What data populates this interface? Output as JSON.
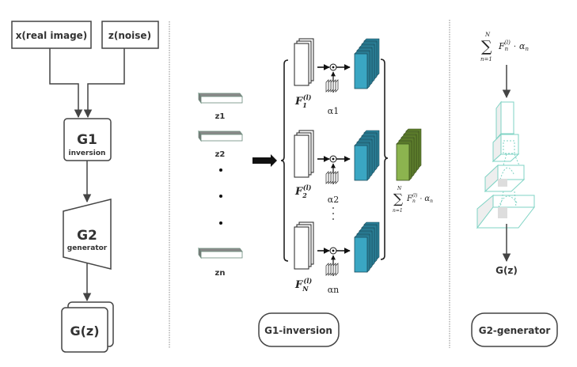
{
  "left_panel": {
    "input_x": "x(real image)",
    "input_z": "z(noise)",
    "g1_title": "G1",
    "g1_sub": "inversion",
    "g2_title": "G2",
    "g2_sub": "generator",
    "output": "G(z)"
  },
  "middle_panel": {
    "latent_labels": [
      "z1",
      "z2",
      "zn"
    ],
    "feature_labels": {
      "f1_sub": "1",
      "f2_sub": "2",
      "fN_sub": "N",
      "F": "F",
      "sup": "(l)"
    },
    "alpha_labels": [
      "α1",
      "α2",
      "αn"
    ],
    "sum": {
      "sigma": "∑",
      "upper": "N",
      "lower": "n=1",
      "term": "F",
      "term_sub": "n",
      "term_sup": "(l)",
      "dot": "·",
      "alpha": "α",
      "alpha_sub": "n"
    },
    "caption": "G1-inversion"
  },
  "right_panel": {
    "sum": {
      "sigma": "∑",
      "upper": "N",
      "lower": "n=1",
      "term": "F",
      "term_sub": "n",
      "term_sup": "(l)",
      "dot": "·",
      "alpha": "α",
      "alpha_sub": "n"
    },
    "output": "G(z)",
    "caption": "G2-generator"
  },
  "colors": {
    "teal_block": "#3aa6c3",
    "green_block": "#8cb44f",
    "generator_outline": "#7fd3c4",
    "line": "#444444"
  }
}
